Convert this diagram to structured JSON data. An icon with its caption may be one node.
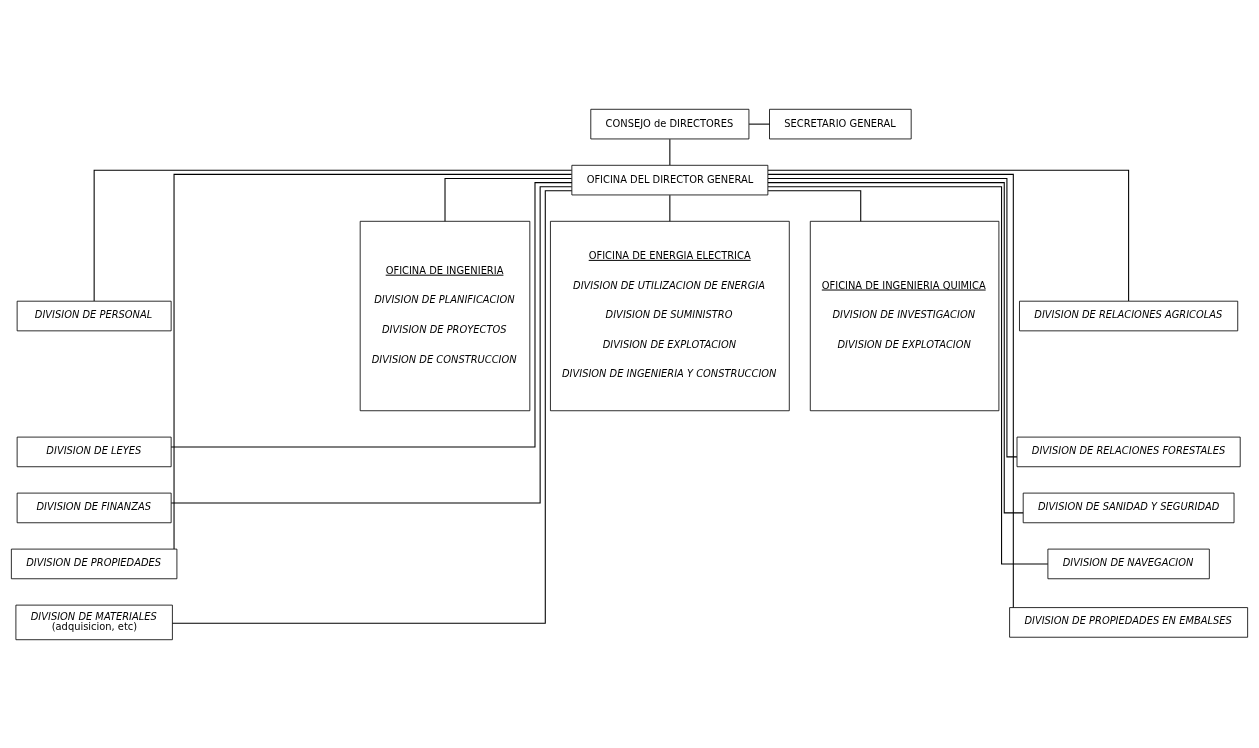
{
  "diagram": {
    "nodes": [
      {
        "text": [
          "CONSEJO de DIRECTORES"
        ]
      },
      {
        "text": [
          "SECRETARIO GENERAL"
        ]
      },
      {
        "text": [
          "OFICINA DEL DIRECTOR GENERAL"
        ]
      },
      {
        "text": [
          "DIVISION DE PERSONAL"
        ]
      },
      {
        "text": [
          "DIVISION DE LEYES"
        ]
      },
      {
        "text": [
          "DIVISION DE FINANZAS"
        ]
      },
      {
        "text": [
          "DIVISION DE PROPIEDADES"
        ]
      },
      {
        "text": [
          "DIVISION DE MATERIALES",
          "(adquisicion, etc)"
        ]
      },
      {
        "text": [
          "OFICINA DE INGENIERIA",
          "DIVISION DE PLANIFICACION",
          "DIVISION DE PROYECTOS",
          "DIVISION DE CONSTRUCCION"
        ]
      },
      {
        "text": [
          "OFICINA DE ENERGIA ELECTRICA",
          "DIVISION DE UTILIZACION DE ENERGIA",
          "DIVISION DE SUMINISTRO",
          "DIVISION DE EXPLOTACION",
          "DIVISION DE INGENIERIA Y CONSTRUCCION"
        ]
      },
      {
        "text": [
          "OFICINA DE INGENIERIA QUIMICA",
          "DIVISION DE INVESTIGACION",
          "DIVISION DE EXPLOTACION"
        ]
      },
      {
        "text": [
          "DIVISION DE RELACIONES AGRICOLAS"
        ]
      },
      {
        "text": [
          "DIVISION DE RELACIONES FORESTALES"
        ]
      },
      {
        "text": [
          "DIVISION DE SANIDAD Y SEGURIDAD"
        ]
      },
      {
        "text": [
          "DIVISION DE NAVEGACION"
        ]
      },
      {
        "text": [
          "DIVISION DE PROPIEDADES EN EMBALSES"
        ]
      }
    ],
    "edges": [
      {
        "from": 0,
        "to": 1,
        "arrow": "none"
      },
      {
        "from": 0,
        "to": 2,
        "arrow": "none"
      },
      {
        "from": 2,
        "to": 3,
        "arrow": "none"
      },
      {
        "from": 2,
        "to": 4,
        "arrow": "none"
      },
      {
        "from": 2,
        "to": 5,
        "arrow": "none"
      },
      {
        "from": 2,
        "to": 6,
        "arrow": "none"
      },
      {
        "from": 2,
        "to": 7,
        "arrow": "none"
      },
      {
        "from": 2,
        "to": 8,
        "arrow": "none"
      },
      {
        "from": 2,
        "to": 9,
        "arrow": "none"
      },
      {
        "from": 2,
        "to": 10,
        "arrow": "none"
      },
      {
        "from": 2,
        "to": 11,
        "arrow": "none"
      },
      {
        "from": 2,
        "to": 12,
        "arrow": "none"
      },
      {
        "from": 2,
        "to": 13,
        "arrow": "none"
      },
      {
        "from": 2,
        "to": 14,
        "arrow": "none"
      },
      {
        "from": 2,
        "to": 15,
        "arrow": "none"
      }
    ]
  }
}
